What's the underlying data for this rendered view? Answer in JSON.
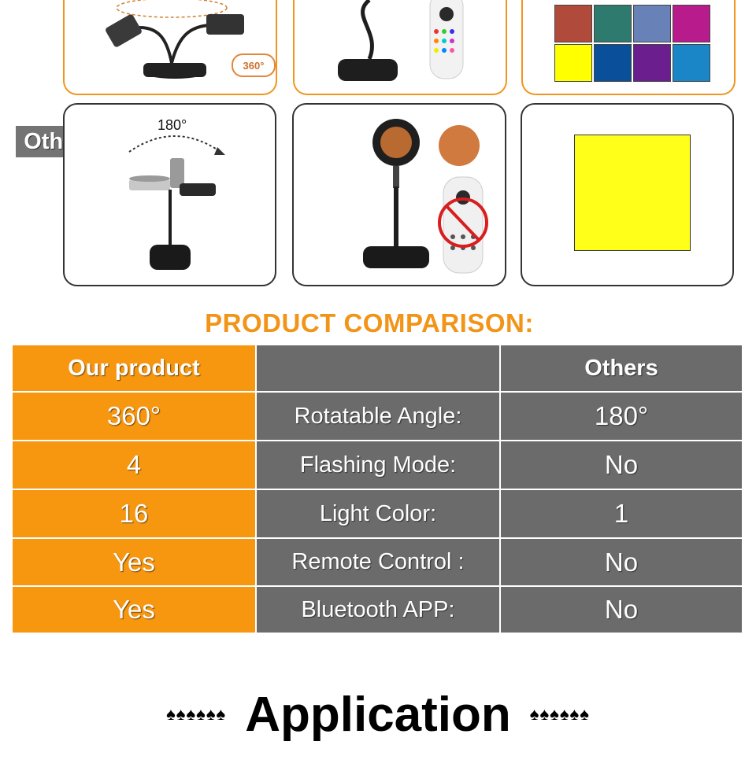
{
  "top_panels": {
    "lamp_rotation_label": "360°",
    "color_swatches": [
      "#b04a3a",
      "#2e7a6e",
      "#6882b8",
      "#b81c8c",
      "#ffff00",
      "#0a4f9a",
      "#6b1f8e",
      "#1a86c8"
    ]
  },
  "others": {
    "tag": "Others",
    "rotation_label": "180°",
    "single_color": "#ffff1a"
  },
  "comparison": {
    "title": "PRODUCT COMPARISON:",
    "header": {
      "ours": "Our product",
      "feature": "",
      "others": "Others"
    },
    "rows": [
      {
        "ours": "360°",
        "feature": "Rotatable Angle:",
        "others": "180°"
      },
      {
        "ours": "4",
        "feature": "Flashing Mode:",
        "others": "No"
      },
      {
        "ours": "16",
        "feature": "Light Color:",
        "others": "1"
      },
      {
        "ours": "Yes",
        "feature": "Remote Control :",
        "others": "No"
      },
      {
        "ours": "Yes",
        "feature": "Bluetooth APP:",
        "others": "No"
      }
    ]
  },
  "application": {
    "title": "Application",
    "ornament_left": "♠♠♠♠♠♠",
    "ornament_right": "♠♠♠♠♠♠"
  }
}
